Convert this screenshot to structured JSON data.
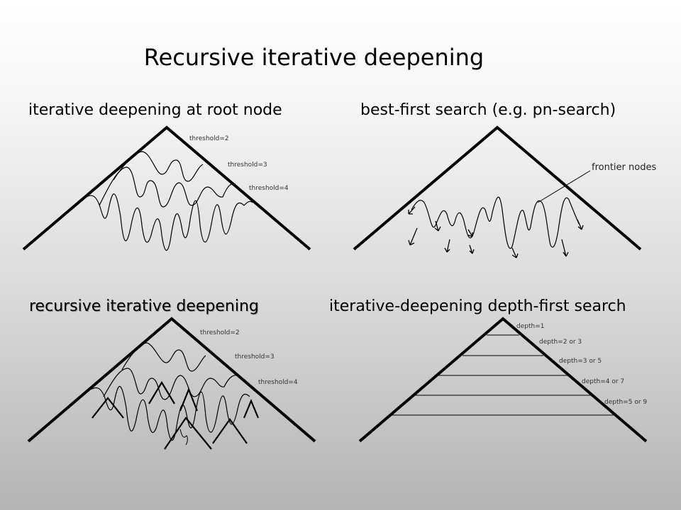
{
  "slide": {
    "title": "Recursive iterative deepening"
  },
  "panels": {
    "top_left": {
      "title": "iterative deepening at root node",
      "labels": [
        "threshold=2",
        "threshold=3",
        "threshold=4"
      ]
    },
    "top_right": {
      "title": "best-first search (e.g. pn-search)",
      "callout": "frontier nodes"
    },
    "bottom_left": {
      "title": "recursive iterative deepening",
      "labels": [
        "threshold=2",
        "threshold=3",
        "threshold=4"
      ]
    },
    "bottom_right": {
      "title": "iterative-deepening depth-first search",
      "labels": [
        "depth=1",
        "depth=2 or 3",
        "depth=3 or 5",
        "depth=4 or 7",
        "depth=5 or 9"
      ]
    }
  }
}
